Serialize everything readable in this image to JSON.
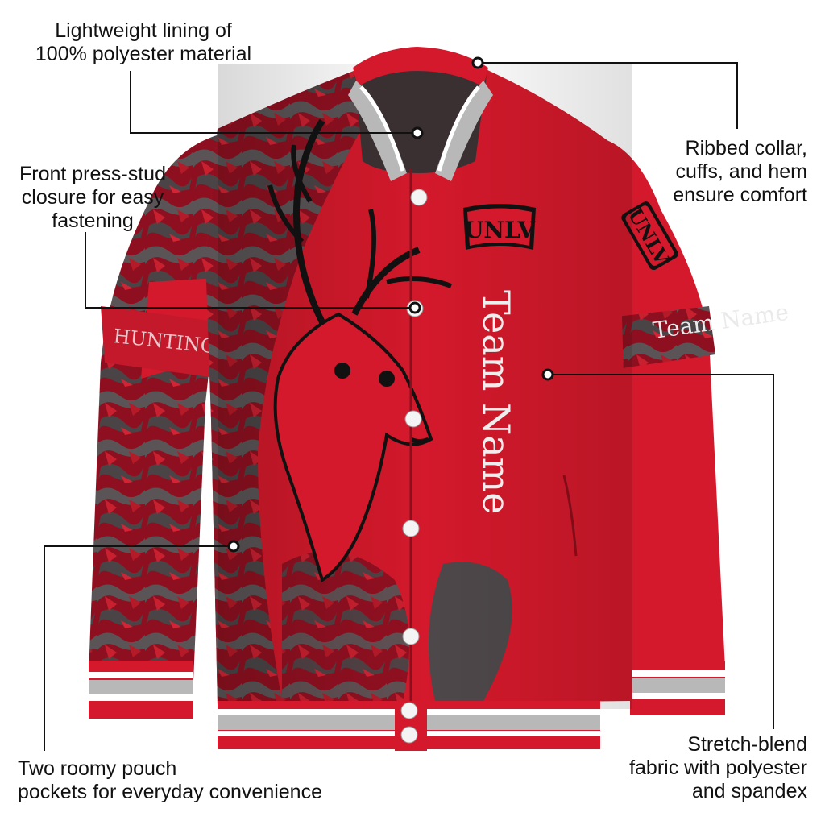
{
  "callouts": {
    "lining": {
      "lines": [
        "Lightweight lining of",
        "100% polyester material"
      ]
    },
    "press_stud": {
      "lines": [
        "Front press-stud",
        "closure for easy",
        "fastening"
      ]
    },
    "ribbed": {
      "lines": [
        "Ribbed collar,",
        "cuffs, and hem",
        "ensure comfort"
      ]
    },
    "stretch": {
      "lines": [
        "Stretch-blend",
        "fabric with polyester",
        "and spandex"
      ]
    },
    "pockets": {
      "lines": [
        "Two roomy pouch",
        "pockets for everyday convenience"
      ]
    }
  },
  "jacket": {
    "chest_logo": "UNLV",
    "sleeve_logo": "UNLV",
    "team_text": "Team Name",
    "sleeve_band_text": "Team Name",
    "left_sleeve_text": "HUNTING",
    "colors": {
      "body_red": "#d3192b",
      "dark_red": "#a01020",
      "camo_gray": "#5a5456",
      "rib_gray": "#b8b8b8",
      "white": "#ffffff",
      "black": "#111111"
    }
  }
}
